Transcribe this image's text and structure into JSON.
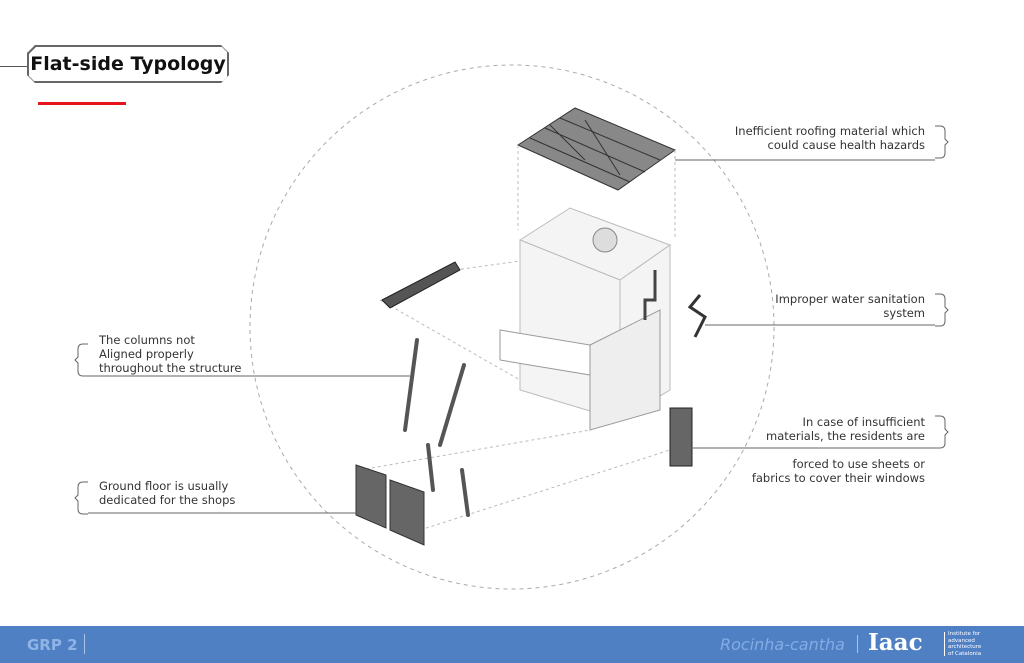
{
  "title": "Flat-side Typology",
  "annotations": {
    "roofing": [
      "Inefficient roofing material  which",
      "could cause health hazards"
    ],
    "water": [
      "Improper water sanitation",
      "system"
    ],
    "materials": [
      "In case of insufficient",
      "materials, the residents are"
    ],
    "materials_cont": [
      "forced to use sheets or",
      "fabrics to cover their windows"
    ],
    "columns": [
      "The columns not",
      "Aligned properly",
      "throughout the structure"
    ],
    "ground": [
      "Ground floor is usually",
      "dedicated  for the shops"
    ]
  },
  "footer": {
    "group": "GRP 2",
    "project": "Rocinha-cantha",
    "logo": "Iaac",
    "institute": [
      "Institute for",
      "advanced",
      "architecture",
      "of Catalonia"
    ]
  },
  "colors": {
    "footer": "#5080c4",
    "accent": "#e8141b"
  }
}
